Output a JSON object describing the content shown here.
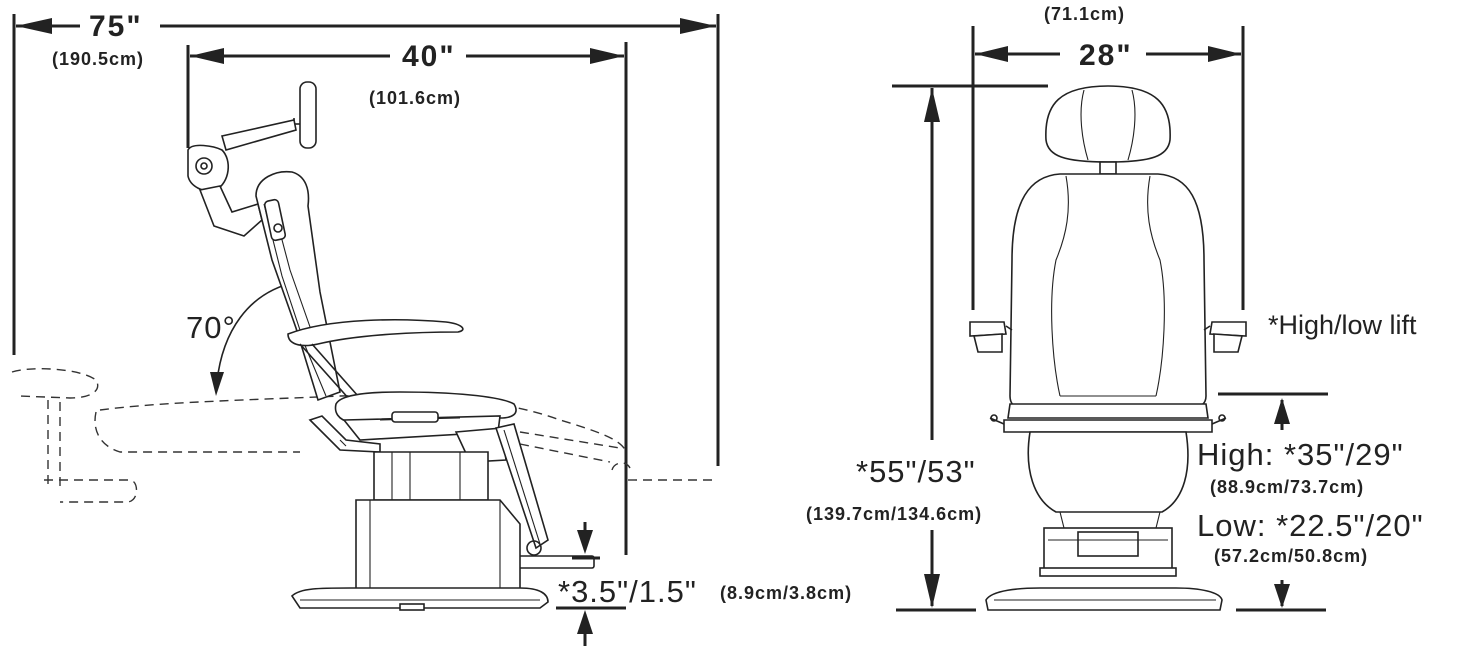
{
  "side_view": {
    "overall_length": "75\"",
    "overall_length_cm": "(190.5cm)",
    "depth": "40\"",
    "depth_cm": "(101.6cm)",
    "recline_angle": "70°",
    "footrest_lift": "*3.5\"/1.5\"",
    "footrest_lift_cm": "(8.9cm/3.8cm)"
  },
  "front_view": {
    "width_cm": "(71.1cm)",
    "width": "28\"",
    "height": "*55\"/53\"",
    "height_cm": "(139.7cm/134.6cm)",
    "lift_note": "*High/low lift",
    "high": "High: *35\"/29\"",
    "high_cm": "(88.9cm/73.7cm)",
    "low": "Low: *22.5\"/20\"",
    "low_cm": "(57.2cm/50.8cm)"
  }
}
